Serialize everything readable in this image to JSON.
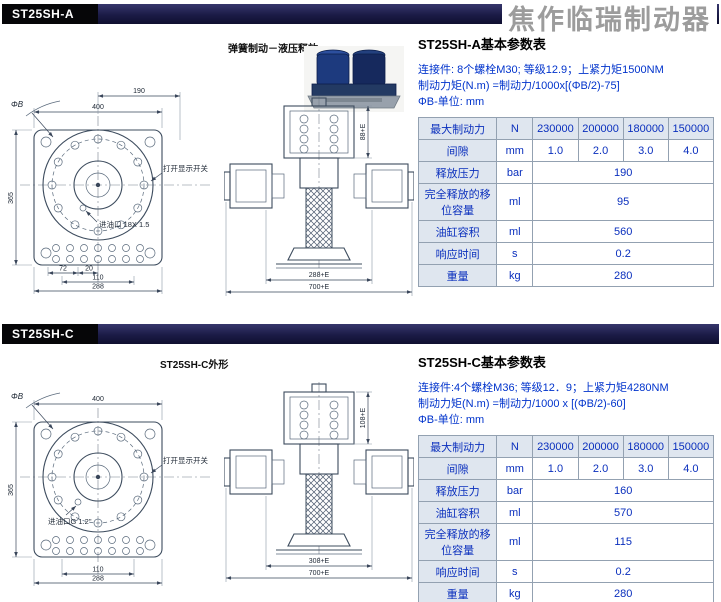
{
  "watermark": "焦作临瑞制动器",
  "sectionA": {
    "header": "ST25SH-A",
    "drawing_caption": "弹簧制动－液压释放",
    "table_title": "ST25SH-A基本参数表",
    "note1": "连接件: 8个螺栓M30; 等级12.9；上紧力矩1500NM",
    "note2": "制动力矩(N.m) =制动力/1000x[(ΦB/2)-75]",
    "note3": "ΦB-单位: mm",
    "table": {
      "force": {
        "label": "最大制动力",
        "unit": "N",
        "v1": "230000",
        "v2": "200000",
        "v3": "180000",
        "v4": "150000"
      },
      "gap": {
        "label": "间隙",
        "unit": "mm",
        "v1": "1.0",
        "v2": "2.0",
        "v3": "3.0",
        "v4": "4.0"
      },
      "rows": [
        {
          "label": "释放压力",
          "unit": "bar",
          "value": "190"
        },
        {
          "label": "完全释放的移位容量",
          "unit": "ml",
          "value": "95"
        },
        {
          "label": "油缸容积",
          "unit": "ml",
          "value": "560"
        },
        {
          "label": "响应时间",
          "unit": "s",
          "value": "0.2"
        },
        {
          "label": "重量",
          "unit": "kg",
          "value": "280"
        }
      ]
    },
    "dims": {
      "phiB": "ΦB",
      "d190": "190",
      "d400": "400",
      "d365": "365",
      "d72": "72",
      "d20": "20",
      "d110": "110",
      "d288": "288",
      "switch_label": "打开显示开关",
      "oil_port": "进油口 18X 1.5",
      "s_top": "88+E",
      "s_mid": "288+E",
      "s_total": "700+E"
    }
  },
  "sectionC": {
    "header": "ST25SH-C",
    "drawing_caption": "ST25SH-C外形",
    "table_title": "ST25SH-C基本参数表",
    "note1": "连接件:4个螺栓M36; 等级12．9；上紧力矩4280NM",
    "note2": "制动力矩(N.m) =制动力/1000 x [(ΦB/2)-60]",
    "note3": "ΦB-单位: mm",
    "table": {
      "force": {
        "label": "最大制动力",
        "unit": "N",
        "v1": "230000",
        "v2": "200000",
        "v3": "180000",
        "v4": "150000"
      },
      "gap": {
        "label": "间隙",
        "unit": "mm",
        "v1": "1.0",
        "v2": "2.0",
        "v3": "3.0",
        "v4": "4.0"
      },
      "rows": [
        {
          "label": "释放压力",
          "unit": "bar",
          "value": "160"
        },
        {
          "label": "油缸容积",
          "unit": "ml",
          "value": "570"
        },
        {
          "label": "完全释放的移位容量",
          "unit": "ml",
          "value": "115"
        },
        {
          "label": "响应时间",
          "unit": "s",
          "value": "0.2"
        },
        {
          "label": "重量",
          "unit": "kg",
          "value": "280"
        }
      ]
    },
    "dims": {
      "phiB": "ΦB",
      "d400": "400",
      "d365": "365",
      "d110": "110",
      "d288": "288",
      "switch_label": "打开显示开关",
      "oil_port": "进油口G 1.2\"",
      "s_top": "108+E",
      "s_mid": "308+E",
      "s_total": "700+E"
    }
  }
}
